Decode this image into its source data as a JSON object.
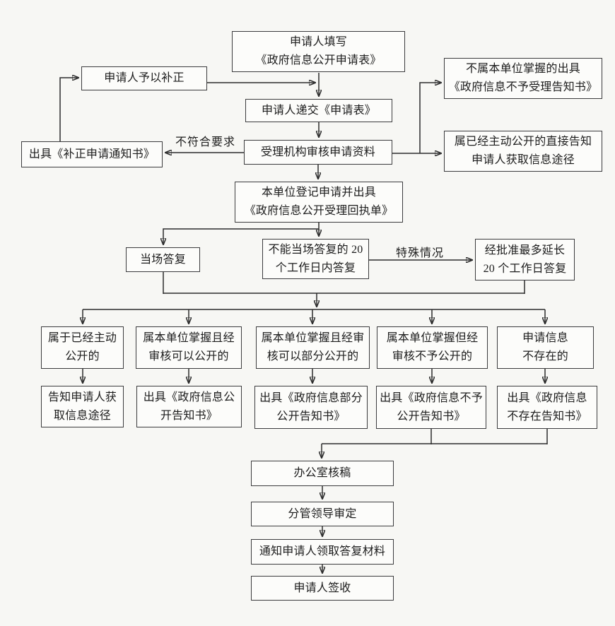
{
  "nodes": {
    "fill_form": "申请人填写\n《政府信息公开申请表》",
    "supplement": "申请人予以补正",
    "supplement_notice": "出具《补正申请通知书》",
    "submit_form": "申请人递交《申请表》",
    "review": "受理机构审核申请资料",
    "not_held_notice": "不属本单位掌握的出具\n《政府信息不予受理告知书》",
    "already_public_notice": "属已经主动公开的直接告知\n申请人获取信息途径",
    "register": "本单位登记申请并出具\n《政府信息公开受理回执单》",
    "onspot_reply": "当场答复",
    "reply_20days": "不能当场答复的 20\n个工作日内答复",
    "extend_20days": "经批准最多延长\n20 个工作日答复",
    "case_public": "属于已经主动\n公开的",
    "case_can_open": "属本单位掌握且经\n审核可以公开的",
    "case_partial": "属本单位掌握且经审\n核可以部分公开的",
    "case_no_open": "属本单位掌握但经\n审核不予公开的",
    "case_not_exist": "申请信息\n不存在的",
    "act_inform": "告知申请人获\n取信息途径",
    "act_open_notice": "出具《政府信息公\n开告知书》",
    "act_partial_notice": "出具《政府信息部分\n公开告知书》",
    "act_no_open_notice": "出具《政府信息不予\n公开告知书》",
    "act_not_exist_notice": "出具《政府信息\n不存在告知书》",
    "office_check": "办公室核稿",
    "leader_approve": "分管领导审定",
    "notify_pickup": "通知申请人领取答复材料",
    "sign_receive": "申请人签收"
  },
  "edge_labels": {
    "not_compliant": "不符合要求",
    "special_case": "特殊情况"
  }
}
